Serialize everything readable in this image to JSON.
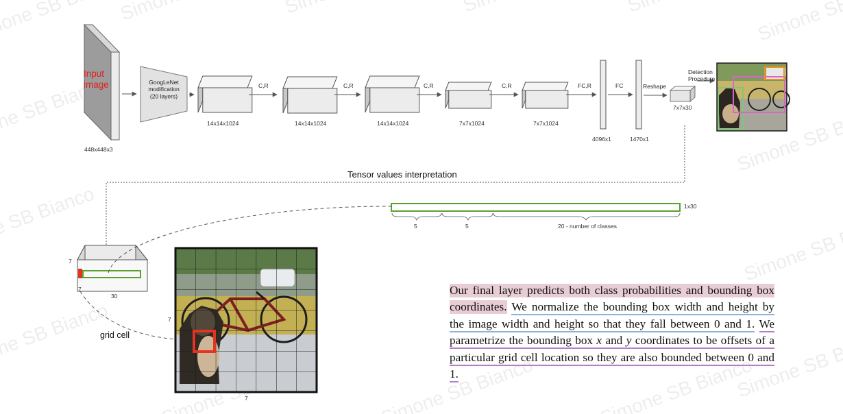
{
  "watermark": "Simone SB Bianco",
  "colors": {
    "input_label": "#e0201b",
    "grid_cell": "#e53322",
    "vector_green": "#5aa02c",
    "para_highlight": "#e8cdd5",
    "ul_blue": "#8fb0d8",
    "ul_purple": "#b37fc6"
  },
  "network": {
    "input_label": "Input\nimage",
    "input_dim": "448x448x3",
    "googlenet_label": "GoogLeNet\nmodification\n(20 layers)",
    "blocks": [
      {
        "dim": "14x14x1024"
      },
      {
        "dim": "14x14x1024"
      },
      {
        "dim": "14x14x1024"
      },
      {
        "dim": "7x7x1024"
      },
      {
        "dim": "7x7x1024"
      }
    ],
    "arrow_labels": [
      "C,R",
      "C,R",
      "C,R",
      "C,R",
      "FC,R",
      "FC",
      "Reshape"
    ],
    "fc1_dim": "4096x1",
    "fc2_dim": "1470x1",
    "out_dim": "7x7x30",
    "detection_label": "Detection\nProcedure"
  },
  "interpretation": {
    "title": "Tensor values interpretation",
    "vector_dim": "1x30",
    "braces": [
      "5",
      "5",
      "20 - number of classes"
    ],
    "tensor_dims": {
      "side": "7",
      "depth": "7",
      "width": "30"
    },
    "grid_side_label": "7",
    "grid_bottom_label": "7",
    "grid_cell_label": "grid cell"
  },
  "paragraph": {
    "s1": "Our final layer predicts both class probabilities and bounding box coordinates.",
    "s2": "We normalize the bounding box width and height by the image width and height so that they fall between 0 and 1.",
    "s3_pre": "We parametrize the bounding box ",
    "s3_x": "x",
    "s3_mid": " and ",
    "s3_y": "y",
    "s3_post": " coordinates to be offsets of a particular grid cell location so they are also bounded between 0 and 1."
  }
}
